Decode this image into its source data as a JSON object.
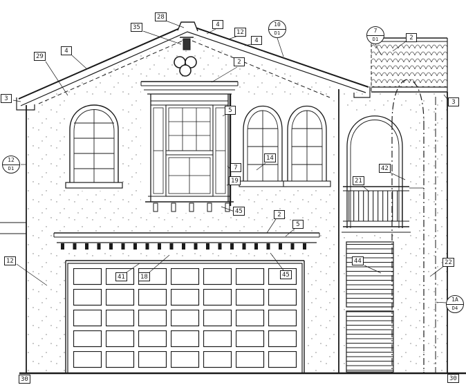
{
  "drawing": {
    "background": "#ffffff",
    "line_color": "#1a1a1a"
  },
  "callouts": [
    {
      "label": "28"
    },
    {
      "label": "35"
    },
    {
      "label": "4"
    },
    {
      "label": "12"
    },
    {
      "label": "4"
    },
    {
      "label": "2"
    },
    {
      "label": "29"
    },
    {
      "label": "4"
    },
    {
      "label": "3"
    },
    {
      "label": "2"
    },
    {
      "label": "3"
    },
    {
      "label": "5"
    },
    {
      "label": "14"
    },
    {
      "label": "7"
    },
    {
      "label": "19"
    },
    {
      "label": "45"
    },
    {
      "label": "2"
    },
    {
      "label": "5"
    },
    {
      "label": "21"
    },
    {
      "label": "42"
    },
    {
      "label": "12"
    },
    {
      "label": "41"
    },
    {
      "label": "18"
    },
    {
      "label": "45"
    },
    {
      "label": "44"
    },
    {
      "label": "22"
    },
    {
      "label": "30"
    },
    {
      "label": "30"
    }
  ],
  "detail_markers": [
    {
      "top": "10",
      "bottom": "D1"
    },
    {
      "top": "7",
      "bottom": "D1"
    },
    {
      "top": "12",
      "bottom": "D1"
    },
    {
      "top": "1A",
      "bottom": "D4"
    }
  ]
}
